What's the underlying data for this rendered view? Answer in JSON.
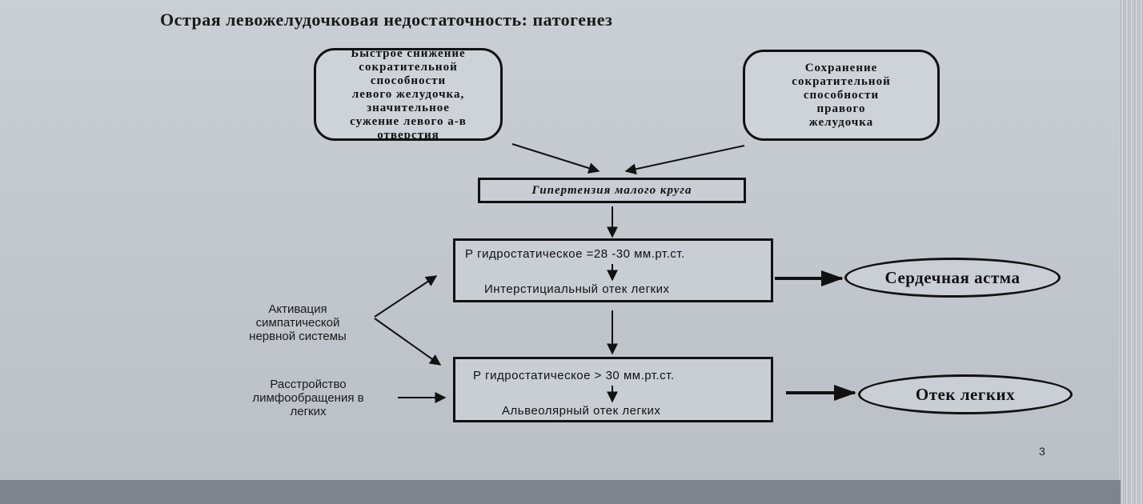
{
  "title": "Острая левожелудочковая недостаточность: патогенез",
  "nodes": {
    "lv_decline": "Быстрое снижение\nсократительной\nспособности\nлевого желудочка,\nзначительное\nсужение левого а-в\nотверстия",
    "rv_preserved": "Сохранение\nсократительной\nспособности\nправого\nжелудочка",
    "pulm_hypertension": "Гипертензия малого круга",
    "stage1_pressure": "Р гидростатическое =28 -30 мм.рт.ст.",
    "stage1_result": "Интерстициальный отек легких",
    "stage2_pressure": "Р гидростатическое > 30 мм.рт.ст.",
    "stage2_result": "Альвеолярный отек легких",
    "cardiac_asthma": "Сердечная астма",
    "lung_edema": "Отек легких",
    "sympathetic": "Активация\nсимпатической\nнервной системы",
    "lymph": "Расстройство\nлимфообращения в\nлегких"
  },
  "page_number": "3"
}
